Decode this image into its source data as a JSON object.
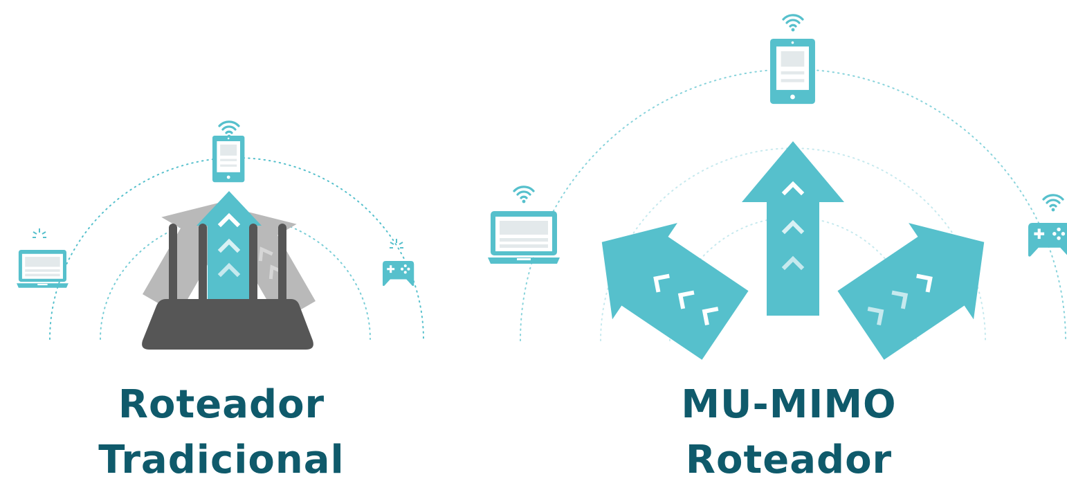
{
  "colors": {
    "accent": "#56c0cc",
    "accent_light": "#c6e9ee",
    "gray_arrow": "#b9b9b9",
    "router": "#565656",
    "caption": "#0f5a6b",
    "screen": "#e3e9eb"
  },
  "icons": {
    "device_tablet": "tablet-icon",
    "device_laptop": "laptop-icon",
    "device_gamepad": "gamepad-icon",
    "wifi": "wifi-icon",
    "router": "router-icon"
  },
  "left_panel": {
    "caption_line1": "Roteador",
    "caption_line2": "Tradicional"
  },
  "right_panel": {
    "caption_line1": "MU-MIMO",
    "caption_line2": "Roteador"
  }
}
